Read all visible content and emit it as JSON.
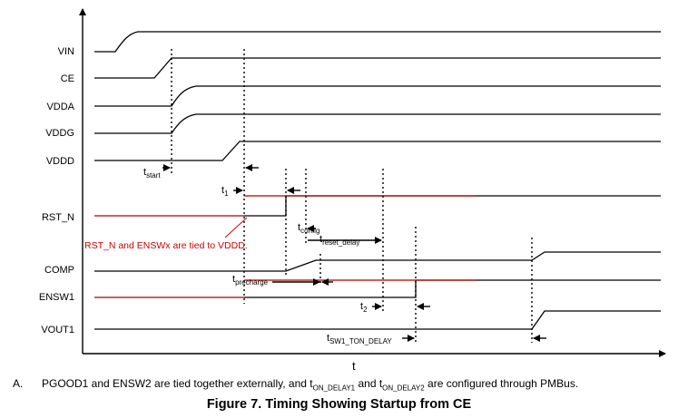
{
  "signals": [
    "VIN",
    "CE",
    "VDDA",
    "VDDG",
    "VDDD",
    "RST_N",
    "COMP",
    "ENSW1",
    "VOUT1"
  ],
  "axis_label": "t",
  "timing_labels": {
    "t_start": {
      "main": "t",
      "sub": "start"
    },
    "t1": {
      "main": "t",
      "sub": "1"
    },
    "t_config": {
      "main": "t",
      "sub": "config"
    },
    "t_reset_delay": {
      "main": "t",
      "sub": "reset_delay"
    },
    "t_precharge": {
      "main": "t",
      "sub": "precharge"
    },
    "t2": {
      "main": "t",
      "sub": "2"
    },
    "t_sw1_ton_delay": {
      "main": "t",
      "sub": "SW1_TON_DELAY"
    }
  },
  "annotation": "RST_N and ENSWx are tied to VDDD.",
  "note": {
    "label": "A.",
    "part1": "PGOOD1 and ENSW2 are tied together externally, and t",
    "sub1": "ON_DELAY1",
    "part2": " and t",
    "sub2": "ON_DELAY2",
    "part3": " are configured through PMBus."
  },
  "caption": "Figure 7.  Timing Showing Startup from CE",
  "colors": {
    "annotation": "#cc0000",
    "tied_trace": "#b00000"
  }
}
